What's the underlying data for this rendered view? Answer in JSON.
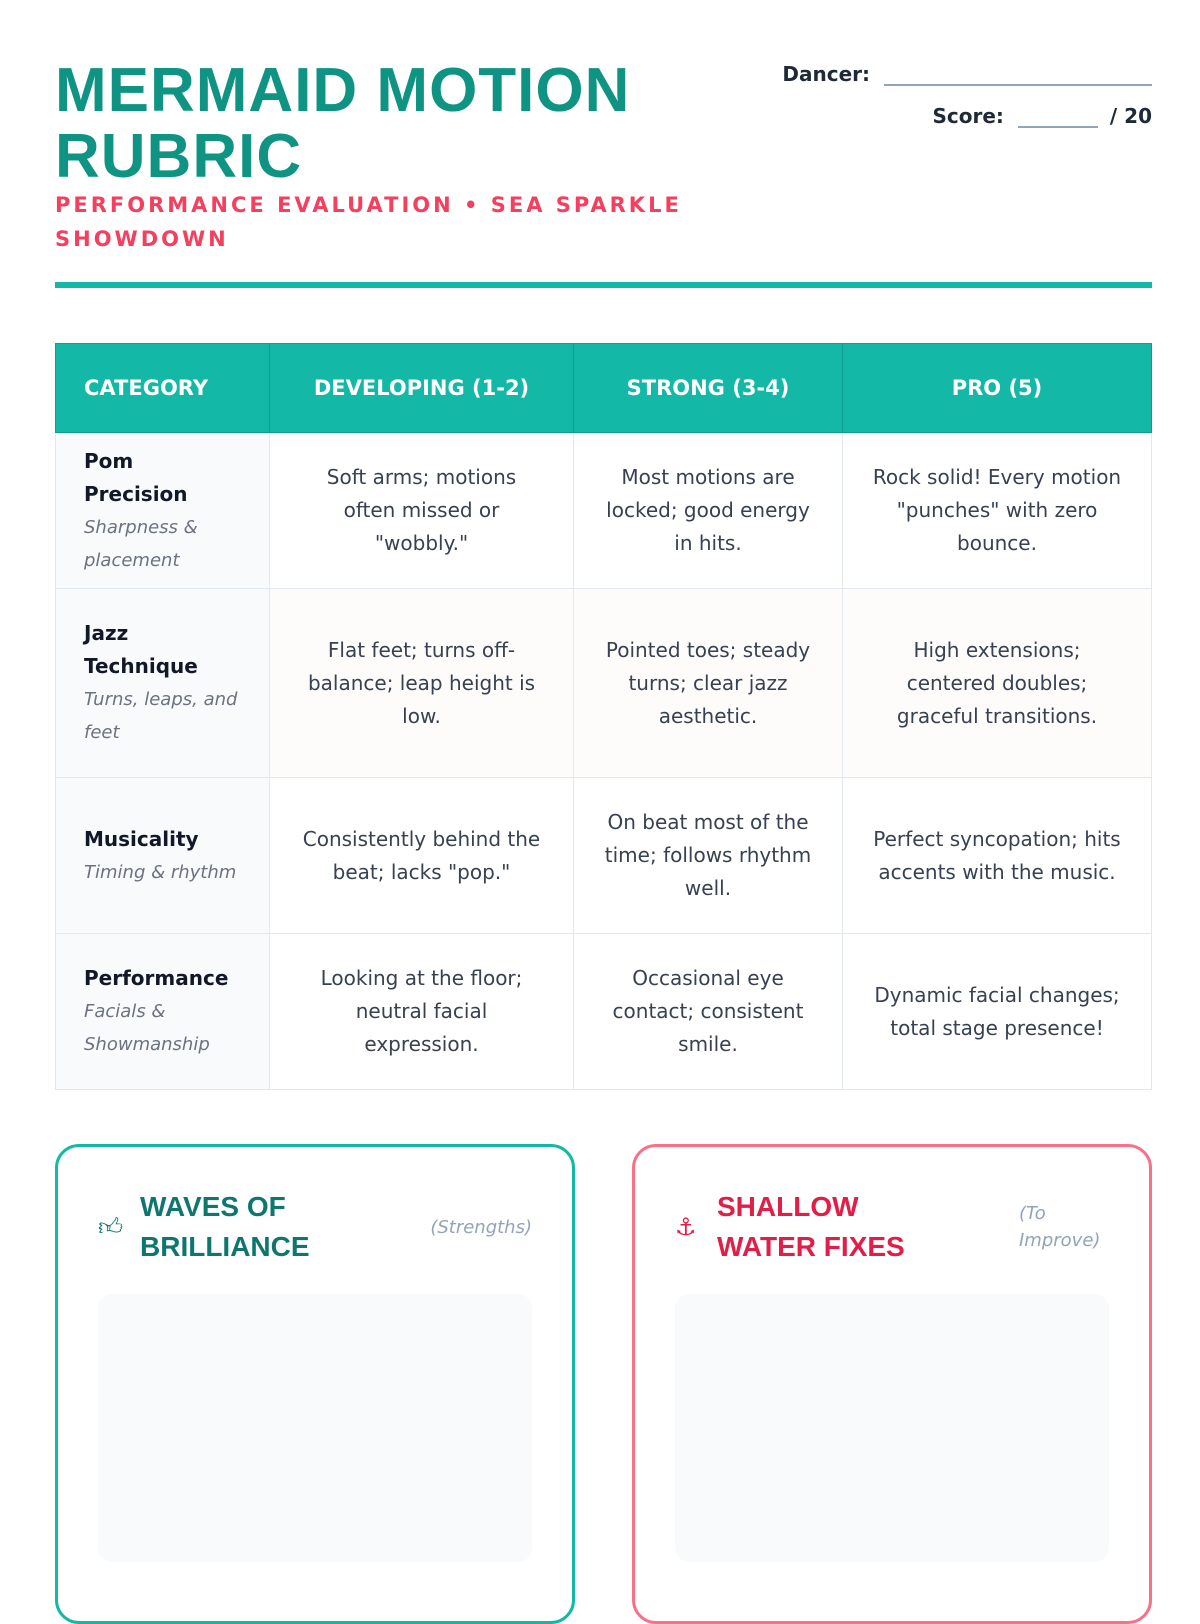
{
  "header": {
    "title": "MERMAID MOTION RUBRIC",
    "subtitle": "PERFORMANCE EVALUATION • SEA SPARKLE SHOWDOWN",
    "dancer_label": "Dancer:",
    "score_label": "Score:",
    "score_total": "/ 20"
  },
  "table": {
    "headers": [
      "CATEGORY",
      "DEVELOPING (1-2)",
      "STRONG (3-4)",
      "PRO (5)"
    ],
    "rows": [
      {
        "name": "Pom Precision",
        "sub": "Sharpness & placement",
        "cells": [
          "Soft arms; motions often missed or \"wobbly.\"",
          "Most motions are locked; good energy in hits.",
          "Rock solid! Every motion \"punches\" with zero bounce."
        ]
      },
      {
        "name": "Jazz Technique",
        "sub": "Turns, leaps, and feet",
        "cells": [
          "Flat feet; turns off-balance; leap height is low.",
          "Pointed toes; steady turns; clear jazz aesthetic.",
          "High extensions; centered doubles; graceful transitions."
        ]
      },
      {
        "name": "Musicality",
        "sub": "Timing & rhythm",
        "cells": [
          "Consistently behind the beat; lacks \"pop.\"",
          "On beat most of the time; follows rhythm well.",
          "Perfect syncopation; hits accents with the music."
        ]
      },
      {
        "name": "Performance",
        "sub": "Facials & Showmanship",
        "cells": [
          "Looking at the floor; neutral facial expression.",
          "Occasional eye contact; consistent smile.",
          "Dynamic facial changes; total stage presence!"
        ]
      }
    ]
  },
  "strengths": {
    "title": "WAVES OF BRILLIANCE",
    "note": "(Strengths)",
    "icon": "thumbs-up-icon"
  },
  "fixes": {
    "title": "SHALLOW WATER FIXES",
    "note": "(To Improve)",
    "icon": "anchor-icon"
  },
  "colors": {
    "teal": "#14b8a6",
    "dark_teal": "#0f9483",
    "pink": "#f43f5e"
  }
}
